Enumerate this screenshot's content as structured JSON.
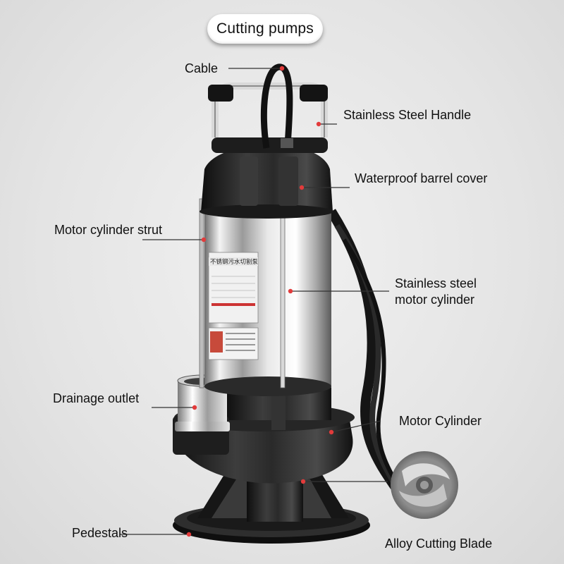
{
  "title": "Cutting pumps",
  "product_plate": {
    "heading": "不锈钢污水切割泵"
  },
  "labels": {
    "cable": "Cable",
    "handle": "Stainless Steel Handle",
    "barrel_cover": "Waterproof barrel cover",
    "strut": "Motor cylinder strut",
    "motor_cylinder_line1": "Stainless steel",
    "motor_cylinder_line2": "motor cylinder",
    "drainage_outlet": "Drainage outlet",
    "motor_cylinder_lower": "Motor Cylinder",
    "pedestals": "Pedestals",
    "blade": "Alloy Cutting Blade"
  },
  "colors": {
    "background": "#e6e6e6",
    "body_black": "#1c1c1c",
    "steel": "#c9c9c9",
    "marker_red": "#e23b3b"
  }
}
